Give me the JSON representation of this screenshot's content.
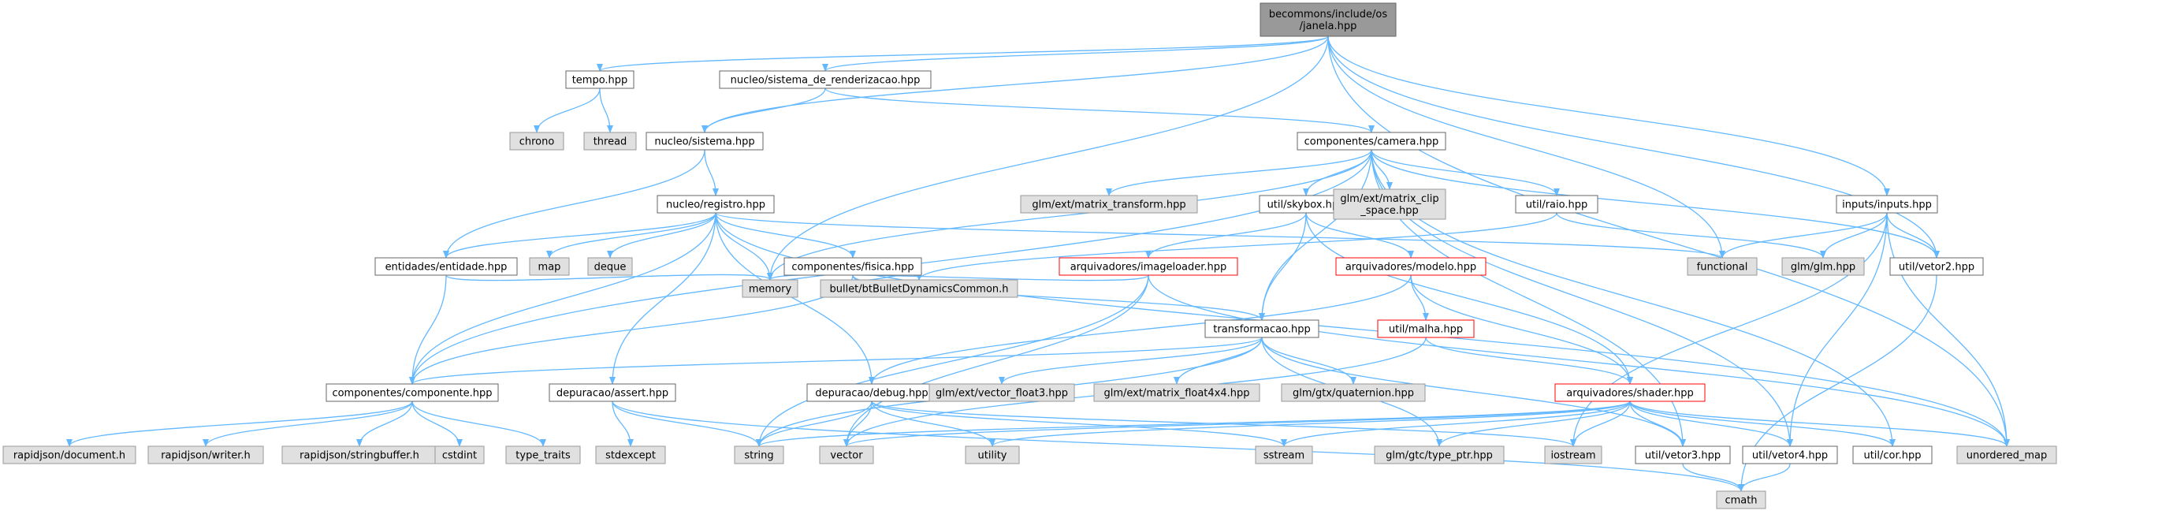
{
  "graph": {
    "title": "becommons/include/os/janela.hpp",
    "colors": {
      "edge": "#63B8FF",
      "root_fill": "#999999",
      "root_border": "#666666",
      "node_border": "#666666",
      "node_fill": "#ffffff",
      "external_fill": "#e0e0e0",
      "external_border": "#999999",
      "highlight_border": "#ff0000",
      "text": "#000000"
    },
    "nodes": [
      {
        "id": "root",
        "lines": [
          "becommons/include/os",
          "/janela.hpp"
        ],
        "style": "root"
      },
      {
        "id": "tempo",
        "lines": [
          "tempo.hpp"
        ],
        "style": "normal"
      },
      {
        "id": "chrono",
        "lines": [
          "chrono"
        ],
        "style": "external"
      },
      {
        "id": "thread",
        "lines": [
          "thread"
        ],
        "style": "external"
      },
      {
        "id": "sisrend",
        "lines": [
          "nucleo/sistema_de_renderizacao.hpp"
        ],
        "style": "normal"
      },
      {
        "id": "sistema",
        "lines": [
          "nucleo/sistema.hpp"
        ],
        "style": "normal"
      },
      {
        "id": "camera",
        "lines": [
          "componentes/camera.hpp"
        ],
        "style": "normal"
      },
      {
        "id": "registro",
        "lines": [
          "nucleo/registro.hpp"
        ],
        "style": "normal"
      },
      {
        "id": "matrix_transform",
        "lines": [
          "glm/ext/matrix_transform.hpp"
        ],
        "style": "external"
      },
      {
        "id": "skybox",
        "lines": [
          "util/skybox.hpp"
        ],
        "style": "normal"
      },
      {
        "id": "clip_space",
        "lines": [
          "glm/ext/matrix_clip",
          "_space.hpp"
        ],
        "style": "external"
      },
      {
        "id": "raio",
        "lines": [
          "util/raio.hpp"
        ],
        "style": "normal"
      },
      {
        "id": "inputs",
        "lines": [
          "inputs/inputs.hpp"
        ],
        "style": "normal"
      },
      {
        "id": "entidade",
        "lines": [
          "entidades/entidade.hpp"
        ],
        "style": "normal"
      },
      {
        "id": "map",
        "lines": [
          "map"
        ],
        "style": "external"
      },
      {
        "id": "deque",
        "lines": [
          "deque"
        ],
        "style": "external"
      },
      {
        "id": "fisica",
        "lines": [
          "componentes/fisica.hpp"
        ],
        "style": "normal"
      },
      {
        "id": "imageloader",
        "lines": [
          "arquivadores/imageloader.hpp"
        ],
        "style": "highlight"
      },
      {
        "id": "modelo",
        "lines": [
          "arquivadores/modelo.hpp"
        ],
        "style": "highlight"
      },
      {
        "id": "functional",
        "lines": [
          "functional"
        ],
        "style": "external"
      },
      {
        "id": "glm",
        "lines": [
          "glm/glm.hpp"
        ],
        "style": "external"
      },
      {
        "id": "vetor2",
        "lines": [
          "util/vetor2.hpp"
        ],
        "style": "normal"
      },
      {
        "id": "memory",
        "lines": [
          "memory"
        ],
        "style": "external"
      },
      {
        "id": "bullet",
        "lines": [
          "bullet/btBulletDynamicsCommon.h"
        ],
        "style": "external"
      },
      {
        "id": "transformacao",
        "lines": [
          "transformacao.hpp"
        ],
        "style": "normal"
      },
      {
        "id": "malha",
        "lines": [
          "util/malha.hpp"
        ],
        "style": "highlight"
      },
      {
        "id": "componente",
        "lines": [
          "componentes/componente.hpp"
        ],
        "style": "normal"
      },
      {
        "id": "assert",
        "lines": [
          "depuracao/assert.hpp"
        ],
        "style": "normal"
      },
      {
        "id": "debug",
        "lines": [
          "depuracao/debug.hpp"
        ],
        "style": "normal"
      },
      {
        "id": "vector_float3",
        "lines": [
          "glm/ext/vector_float3.hpp"
        ],
        "style": "external"
      },
      {
        "id": "float4x4",
        "lines": [
          "glm/ext/matrix_float4x4.hpp"
        ],
        "style": "external"
      },
      {
        "id": "quaternion",
        "lines": [
          "glm/gtx/quaternion.hpp"
        ],
        "style": "external"
      },
      {
        "id": "shader",
        "lines": [
          "arquivadores/shader.hpp"
        ],
        "style": "highlight"
      },
      {
        "id": "rj_document",
        "lines": [
          "rapidjson/document.h"
        ],
        "style": "external"
      },
      {
        "id": "rj_writer",
        "lines": [
          "rapidjson/writer.h"
        ],
        "style": "external"
      },
      {
        "id": "rj_stringbuffer",
        "lines": [
          "rapidjson/stringbuffer.h"
        ],
        "style": "external"
      },
      {
        "id": "cstdint",
        "lines": [
          "cstdint"
        ],
        "style": "external"
      },
      {
        "id": "type_traits",
        "lines": [
          "type_traits"
        ],
        "style": "external"
      },
      {
        "id": "stdexcept",
        "lines": [
          "stdexcept"
        ],
        "style": "external"
      },
      {
        "id": "string",
        "lines": [
          "string"
        ],
        "style": "external"
      },
      {
        "id": "vector",
        "lines": [
          "vector"
        ],
        "style": "external"
      },
      {
        "id": "utility",
        "lines": [
          "utility"
        ],
        "style": "external"
      },
      {
        "id": "sstream",
        "lines": [
          "sstream"
        ],
        "style": "external"
      },
      {
        "id": "type_ptr",
        "lines": [
          "glm/gtc/type_ptr.hpp"
        ],
        "style": "external"
      },
      {
        "id": "iostream",
        "lines": [
          "iostream"
        ],
        "style": "external"
      },
      {
        "id": "vetor3",
        "lines": [
          "util/vetor3.hpp"
        ],
        "style": "normal"
      },
      {
        "id": "vetor4",
        "lines": [
          "util/vetor4.hpp"
        ],
        "style": "normal"
      },
      {
        "id": "cor",
        "lines": [
          "util/cor.hpp"
        ],
        "style": "normal"
      },
      {
        "id": "unordered_map",
        "lines": [
          "unordered_map"
        ],
        "style": "external"
      },
      {
        "id": "cmath",
        "lines": [
          "cmath"
        ],
        "style": "external"
      }
    ]
  }
}
